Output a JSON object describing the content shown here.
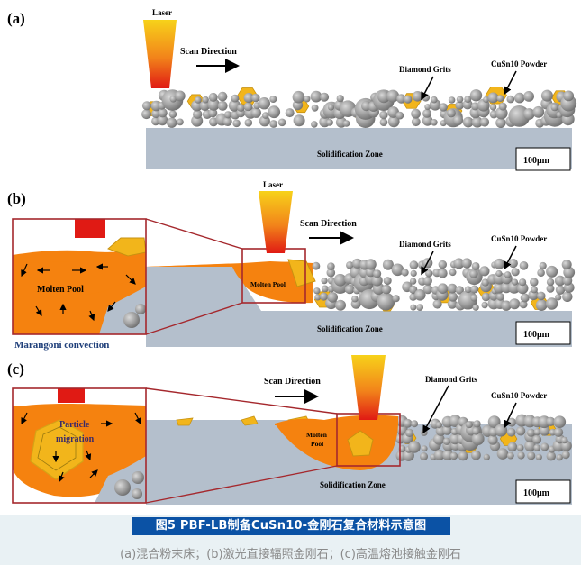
{
  "panels": [
    {
      "label": "(a)",
      "laser": "Laser",
      "scan": "Scan Direction",
      "grits": "Diamond Grits",
      "powder": "CuSn10 Powder",
      "zone": "Solidification Zone",
      "scale": "100μm"
    },
    {
      "label": "(b)",
      "laser": "Laser",
      "scan": "Scan Direction",
      "grits": "Diamond Grits",
      "powder": "CuSn10 Powder",
      "zone": "Solidification Zone",
      "scale": "100μm",
      "pool_big": "Molten Pool",
      "pool_small": "Molten Pool",
      "marangoni": "Marangoni convection"
    },
    {
      "label": "(c)",
      "scan": "Scan Direction",
      "grits": "Diamond Grits",
      "powder": "CuSn10 Powder",
      "zone": "Solidification Zone",
      "scale": "100μm",
      "particle": "Particle",
      "migration": "migration",
      "pool": "Molten",
      "pool2": "Pool"
    }
  ],
  "caption": {
    "title": "图5 PBF-LB制备CuSn10-金刚石复合材料示意图",
    "subtitle": "(a)混合粉末床；(b)激光直接辐照金刚石；(c)高温熔池接触金刚石"
  },
  "colors": {
    "powder": "#9a9a9a",
    "diamond": "#f2b51b",
    "melt": "#f5820f",
    "substrate": "#b4bfcc",
    "frame": "#a5282d",
    "laser_top": "#f7d21a",
    "laser_bottom": "#e01a14"
  }
}
